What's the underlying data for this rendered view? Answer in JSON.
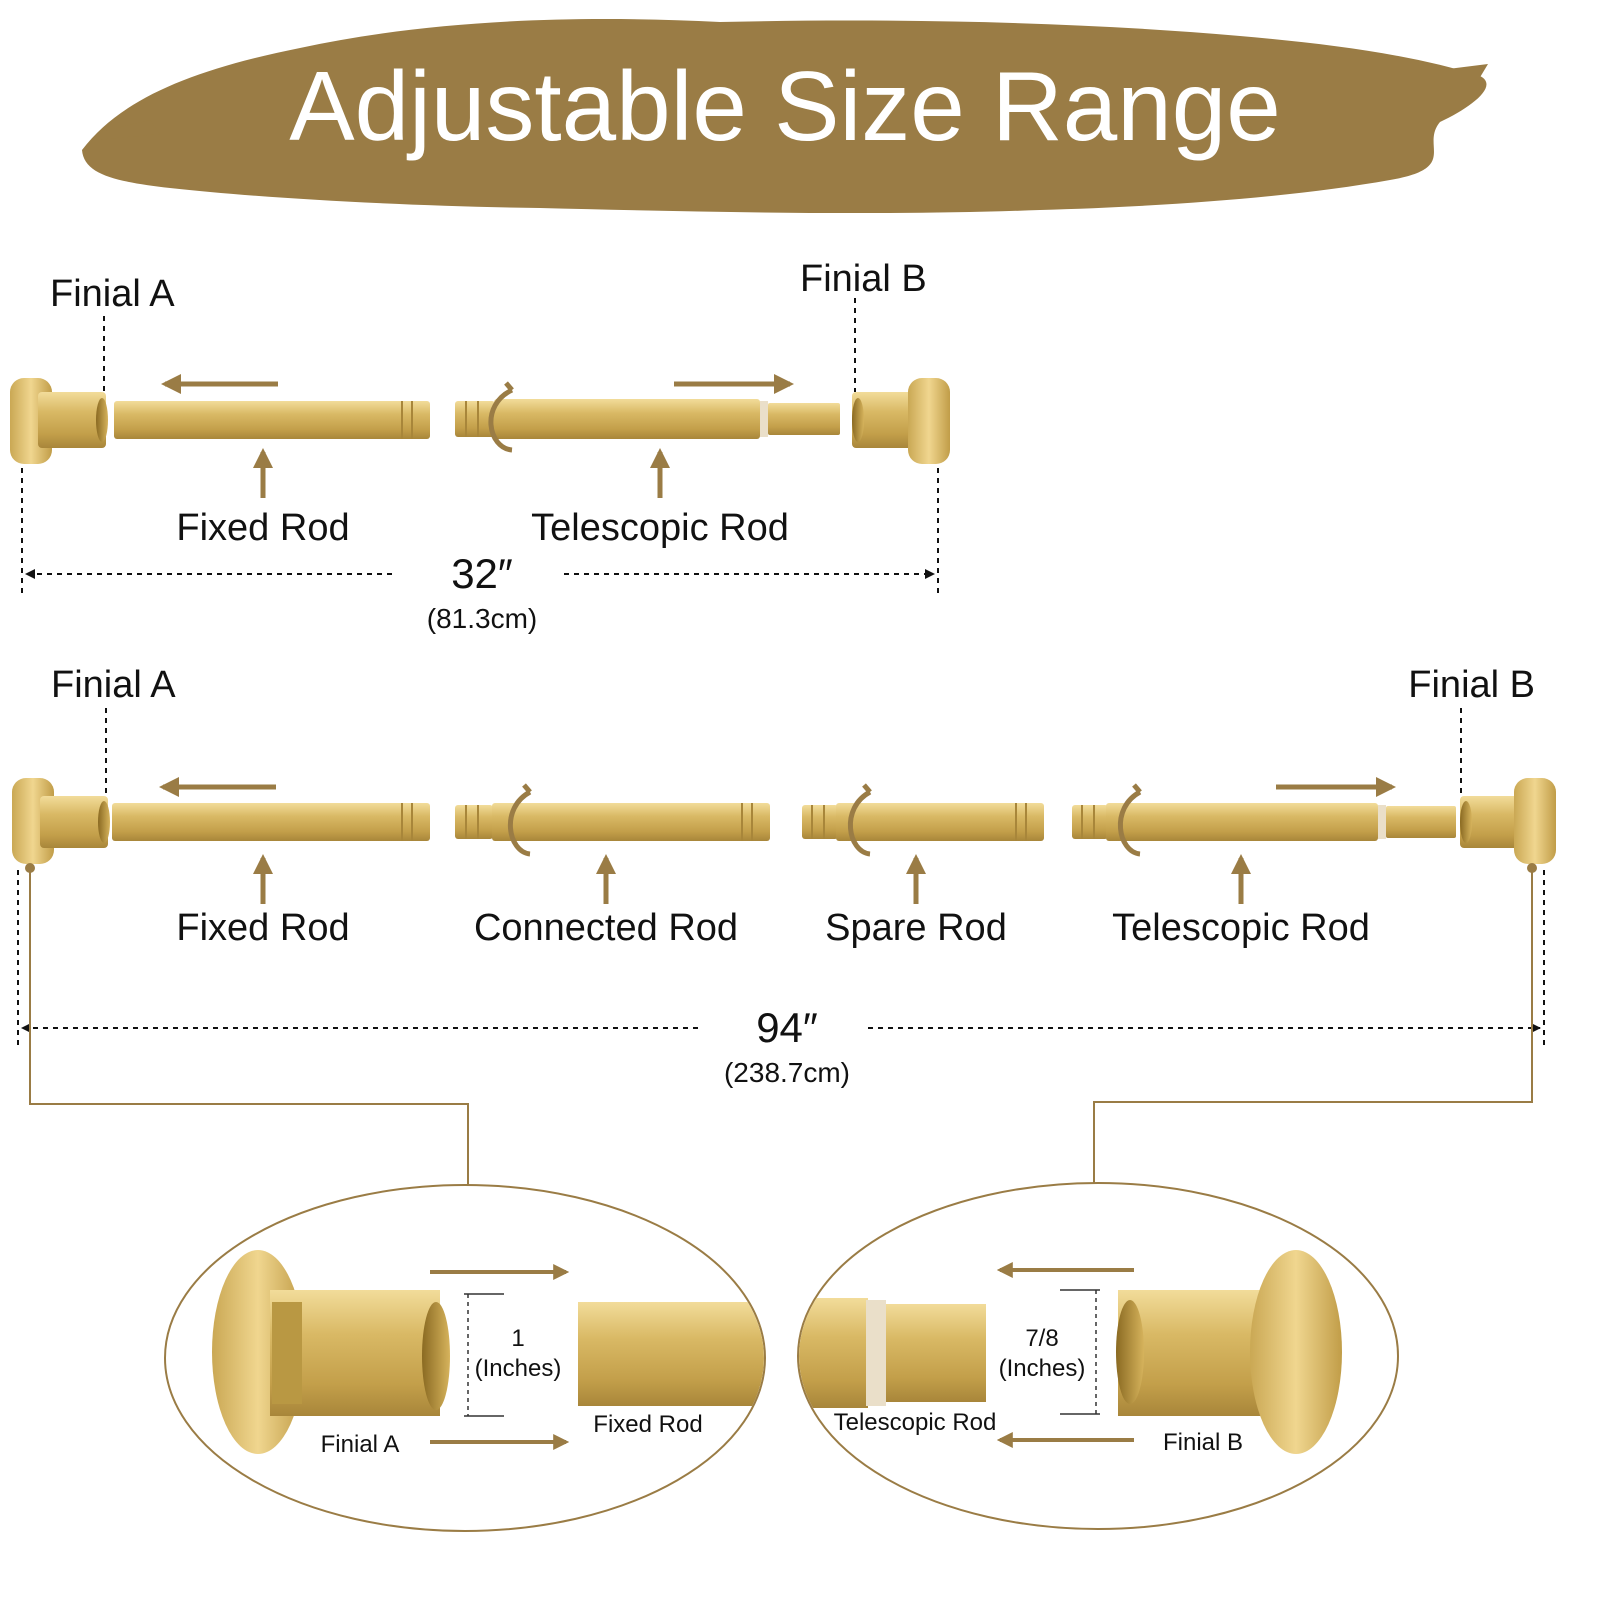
{
  "title": "Adjustable Size Range",
  "colors": {
    "brand_gold": "#9a7c45",
    "metal_light": "#e6c97f",
    "metal_mid": "#c9a74e",
    "metal_dark": "#9c7a2e",
    "text": "#111111"
  },
  "short_config": {
    "finial_a": "Finial A",
    "finial_b": "Finial B",
    "fixed_rod": "Fixed Rod",
    "telescopic_rod": "Telescopic Rod",
    "length_in": "32″",
    "length_cm": "(81.3cm)"
  },
  "long_config": {
    "finial_a": "Finial A",
    "finial_b": "Finial B",
    "fixed_rod": "Fixed Rod",
    "connected_rod": "Connected Rod",
    "spare_rod": "Spare Rod",
    "telescopic_rod": "Telescopic Rod",
    "length_in": "94″",
    "length_cm": "(238.7cm)"
  },
  "detail_left": {
    "size_value": "1",
    "size_unit": "(Inches)",
    "finial": "Finial  A",
    "rod": "Fixed Rod"
  },
  "detail_right": {
    "size_value": "7/8",
    "size_unit": "(Inches)",
    "finial": "Finial  B",
    "rod": "Telescopic Rod"
  },
  "icons": [
    "rotate-icon",
    "arrow-left-icon",
    "arrow-right-icon",
    "arrow-up-icon"
  ]
}
